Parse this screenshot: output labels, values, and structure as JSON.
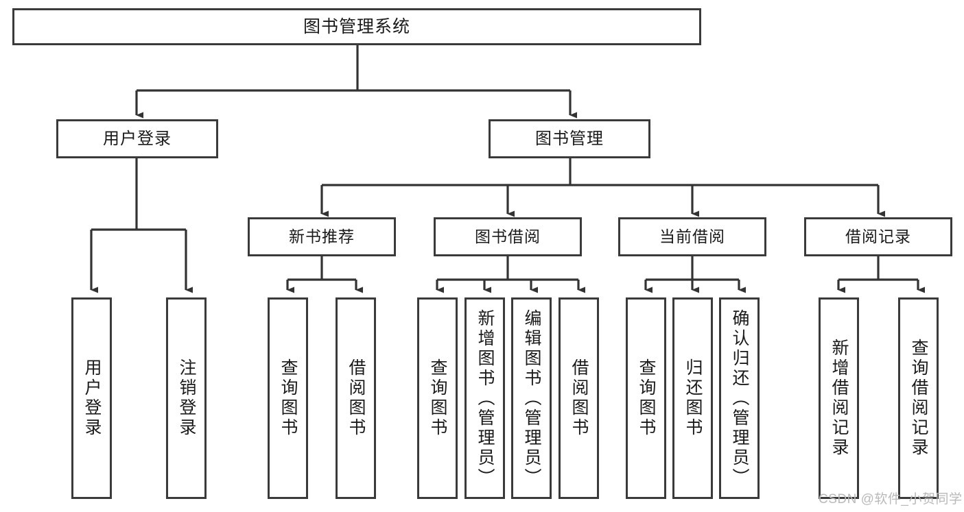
{
  "diagram": {
    "type": "tree",
    "title": "图书管理系统",
    "orientation": "top-down",
    "colors": {
      "background": "#ffffff",
      "border": "#3a3a3a",
      "edge": "#333333",
      "text": "#1a1a1a",
      "watermark": "#b9b9b9"
    },
    "root": {
      "label": "图书管理系统"
    },
    "level2": [
      {
        "id": "user-login",
        "label": "用户登录"
      },
      {
        "id": "book-manage",
        "label": "图书管理"
      }
    ],
    "level3": [
      {
        "id": "new-book-recommend",
        "label": "新书推荐",
        "parent": "book-manage"
      },
      {
        "id": "book-borrow",
        "label": "图书借阅",
        "parent": "book-manage"
      },
      {
        "id": "current-borrow",
        "label": "当前借阅",
        "parent": "book-manage"
      },
      {
        "id": "borrow-record",
        "label": "借阅记录",
        "parent": "book-manage"
      }
    ],
    "leaves": [
      {
        "id": "leaf-user-login",
        "label": "用户登录",
        "parent": "user-login"
      },
      {
        "id": "leaf-logout",
        "label": "注销登录",
        "parent": "user-login"
      },
      {
        "id": "leaf-query-book-1",
        "label": "查询图书",
        "parent": "new-book-recommend"
      },
      {
        "id": "leaf-borrow-book-1",
        "label": "借阅图书",
        "parent": "new-book-recommend"
      },
      {
        "id": "leaf-query-book-2",
        "label": "查询图书",
        "parent": "book-borrow"
      },
      {
        "id": "leaf-add-book",
        "label": "新增图书（管理员）",
        "parent": "book-borrow"
      },
      {
        "id": "leaf-edit-book",
        "label": "编辑图书（管理员）",
        "parent": "book-borrow"
      },
      {
        "id": "leaf-borrow-book-2",
        "label": "借阅图书",
        "parent": "book-borrow"
      },
      {
        "id": "leaf-query-book-3",
        "label": "查询图书",
        "parent": "current-borrow"
      },
      {
        "id": "leaf-return-book",
        "label": "归还图书",
        "parent": "current-borrow"
      },
      {
        "id": "leaf-confirm-return",
        "label": "确认归还（管理员）",
        "parent": "current-borrow"
      },
      {
        "id": "leaf-add-record",
        "label": "新增借阅记录",
        "parent": "borrow-record"
      },
      {
        "id": "leaf-query-record",
        "label": "查询借阅记录",
        "parent": "borrow-record"
      }
    ],
    "watermark": "CSDN @软件_小贺同学"
  }
}
